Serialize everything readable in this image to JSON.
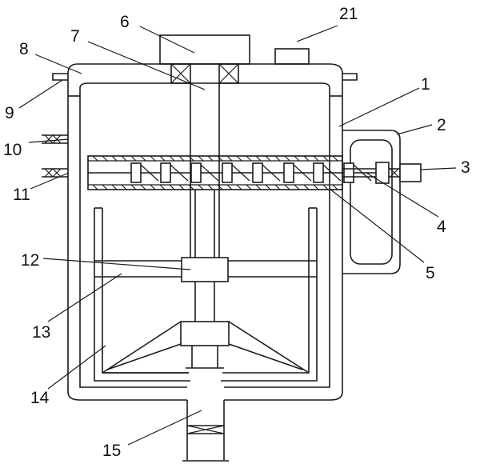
{
  "labels": {
    "l1": "1",
    "l2": "2",
    "l3": "3",
    "l4": "4",
    "l5": "5",
    "l6": "6",
    "l7": "7",
    "l8": "8",
    "l9": "9",
    "l10": "10",
    "l11": "11",
    "l12": "12",
    "l13": "13",
    "l14": "14",
    "l15": "15",
    "l21": "21"
  }
}
